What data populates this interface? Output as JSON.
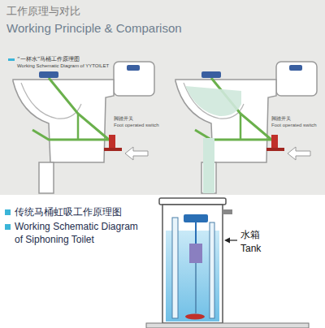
{
  "diagram": {
    "title": "工作原理与对比",
    "labels": [
      "Working Principle & Comparison",
      "“一杯水”马桶工作原理图",
      "Working Schematic Diagram of YYTOILET",
      "脚踏开关",
      "Foot operated switch",
      "脚踏开关",
      "Foot operated switch",
      "传统马桶虹吸工作原理图",
      "Working Schematic Diagram of Siphoning Toilet",
      "水箱",
      "Tank"
    ]
  }
}
